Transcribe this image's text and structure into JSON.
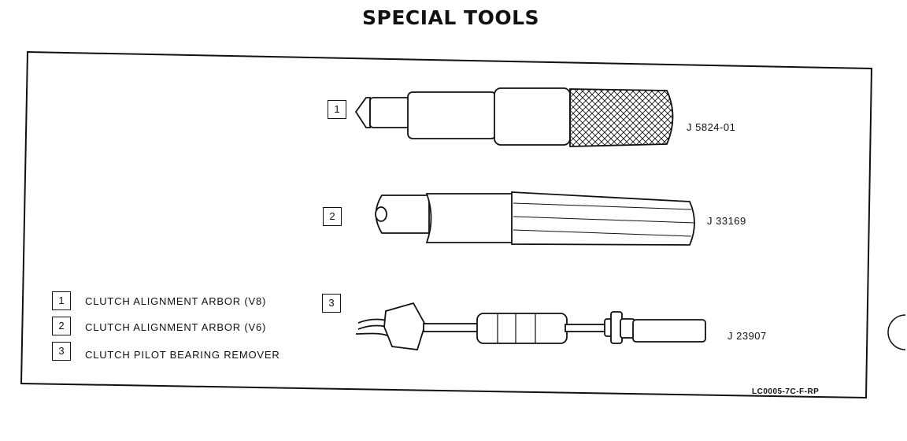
{
  "title": "SPECIAL TOOLS",
  "tools": [
    {
      "number": "1",
      "part_number": "J 5824-01"
    },
    {
      "number": "2",
      "part_number": "J 33169"
    },
    {
      "number": "3",
      "part_number": "J 23907"
    }
  ],
  "legend": [
    {
      "number": "1",
      "text": "CLUTCH ALIGNMENT ARBOR (V8)"
    },
    {
      "number": "2",
      "text": "CLUTCH ALIGNMENT ARBOR (V6)"
    },
    {
      "number": "3",
      "text": "CLUTCH PILOT BEARING REMOVER"
    }
  ],
  "figure_code": "LC0005-7C-F-RP"
}
